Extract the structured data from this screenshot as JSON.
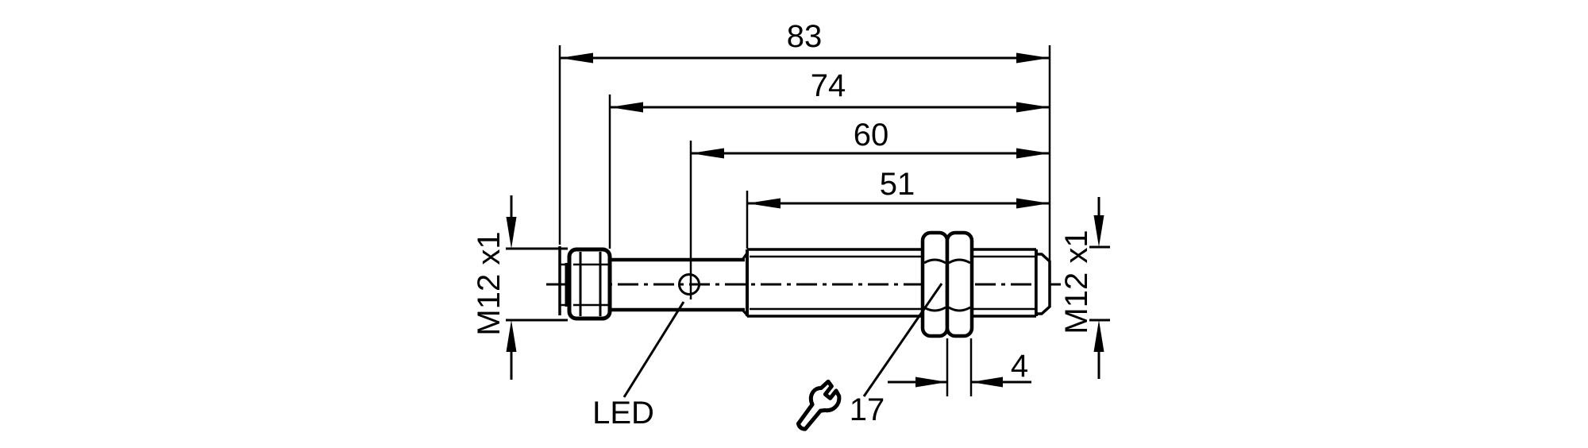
{
  "colors": {
    "line": "#000000",
    "background": "#ffffff"
  },
  "drawing": {
    "kind": "sensor-dimensional-drawing",
    "labels": {
      "dim_overall": "83",
      "dim_to_collar": "74",
      "dim_to_led": "60",
      "dim_thread_length": "51",
      "dim_nut_width": "4",
      "wrench_size": "17",
      "connector_thread": "M12 x1",
      "body_thread": "M12 x1",
      "led": "LED"
    }
  }
}
